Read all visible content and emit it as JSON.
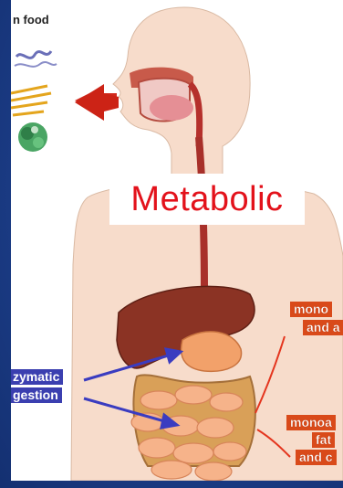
{
  "diagram": {
    "food_label": "n food",
    "title": "Metabolic",
    "enzymatic_line1": "zymatic",
    "enzymatic_line2": "gestion",
    "upper_line1": "mono",
    "upper_line2": "and a",
    "lower_line1": "monoa",
    "lower_line2": "fat",
    "lower_line3": "and c"
  },
  "colors": {
    "background_blue": "#1b3c86",
    "title_red": "#e3121b",
    "arrow_blue": "#3a3cc0",
    "label_orange": "#d94a1a"
  }
}
